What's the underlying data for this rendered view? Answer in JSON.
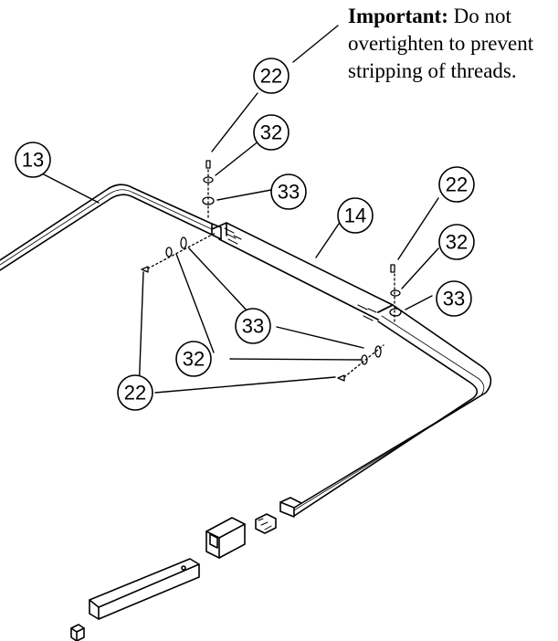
{
  "note": {
    "heading": "Important:",
    "body": "Do not overtighten to prevent stripping of threads."
  },
  "callouts": [
    {
      "id": "c13",
      "label": "13"
    },
    {
      "id": "c22a",
      "label": "22"
    },
    {
      "id": "c32a",
      "label": "32"
    },
    {
      "id": "c33a",
      "label": "33"
    },
    {
      "id": "c14",
      "label": "14"
    },
    {
      "id": "c22b",
      "label": "22"
    },
    {
      "id": "c32b",
      "label": "32"
    },
    {
      "id": "c33b",
      "label": "33"
    },
    {
      "id": "c33c",
      "label": "33"
    },
    {
      "id": "c32c",
      "label": "32"
    },
    {
      "id": "c22c",
      "label": "22"
    }
  ]
}
